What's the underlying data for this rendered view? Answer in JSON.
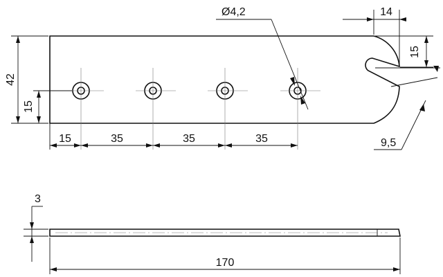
{
  "dimensions": {
    "hole_diameter": "Ø4,2",
    "overall_width": "42",
    "hole_row_offset_vertical": "15",
    "first_hole_offset": "15",
    "hole_pitch_1": "35",
    "hole_pitch_2": "35",
    "hole_pitch_3": "35",
    "slot_depth": "14",
    "slot_offset_vertical": "15",
    "end_radius": "9,5",
    "thickness": "3",
    "overall_length": "170"
  }
}
